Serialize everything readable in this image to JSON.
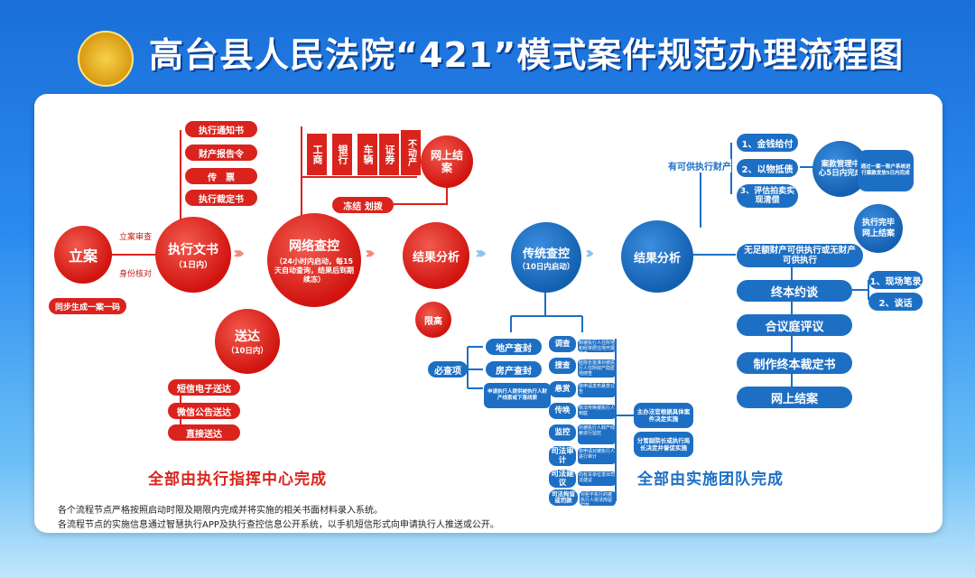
{
  "header": {
    "title": "高台县人民法院“421”模式案件规范办理流程图"
  },
  "left": {
    "lian": {
      "label": "立案"
    },
    "lian_notes": [
      "立案审查",
      "身份核对"
    ],
    "lian_sync": "同步生成一案一码",
    "zhixing": {
      "label": "执行文书",
      "sub": "（1日内）"
    },
    "docs": [
      "执行通知书",
      "财产报告令",
      "传　票",
      "执行裁定书"
    ],
    "songda": {
      "label": "送达",
      "sub": "（10日内）"
    },
    "songda_items": [
      "短信电子送达",
      "微信公告送达",
      "直接送达"
    ],
    "wangluo": {
      "label": "网络查控",
      "sub": "（24小时内启动，每15天自动查询，结果后到期续冻）"
    },
    "inquiry": [
      "工商",
      "银行",
      "车辆",
      "证券",
      "不动产"
    ],
    "freeze_label": "冻结  划拨",
    "online_close": "网上结案",
    "result1": {
      "label": "结果分析"
    },
    "limit_high": "限高",
    "footer_red": "全部由执行指挥中心完成"
  },
  "right": {
    "chuantong": {
      "label": "传统查控",
      "sub": "（10日内启动）"
    },
    "must_check": "必查项",
    "checks": [
      "地产查封",
      "房产查封",
      "申请执行人提供被执行人财产线索或下落线索"
    ],
    "lanes": [
      {
        "label": "调查",
        "desc": "到被执行人住所地和经常居住地开展调查"
      },
      {
        "label": "搜查",
        "desc": "经院长批准对被执行人住所财产隐匿地搜查"
      },
      {
        "label": "悬赏",
        "desc": "依申请发布悬赏公告"
      },
      {
        "label": "传唤",
        "desc": "依法传唤被执行人到庭"
      },
      {
        "label": "监控",
        "desc": "对被执行人财产线索进行监控"
      },
      {
        "label": "司法审计",
        "desc": "依申请对被执行人进行审计"
      },
      {
        "label": "司法建议",
        "desc": "向有关单位发出司法建议"
      },
      {
        "label": "司法拘留或罚款",
        "desc": "对拒不执行的被执行人依法拘留罚款"
      }
    ],
    "lane_right": [
      "主办法官根据具体案件决定实施",
      "分管副院长或执行局长决定并督促实施"
    ],
    "result2": {
      "label": "结果分析"
    },
    "has_property": "有可供执行财产",
    "steps": [
      "1、金钱给付",
      "2、以物抵债",
      "3、评估拍卖实现清偿"
    ],
    "fund_center": "案款管理中心5日内完成",
    "fund_note": "通过一案一账户系统进行案款发放5日内完成",
    "done": "执行完毕网上结案",
    "no_property": "无足额财产可供执行或无财产可供执行",
    "bars": [
      "终本约谈",
      "合议庭评议",
      "制作终本裁定书",
      "网上结案"
    ],
    "talk_items": [
      "1、现场笔录",
      "2、谈话"
    ],
    "footer_blue": "全部由实施团队完成"
  },
  "notes": [
    "各个流程节点严格按照启动时限及期限内完成并将实施的相关书面材料录入系统。",
    "各流程节点的实施信息通过智慧执行APP及执行查控信息公开系统，以手机短信形式向申请执行人推送或公开。"
  ]
}
